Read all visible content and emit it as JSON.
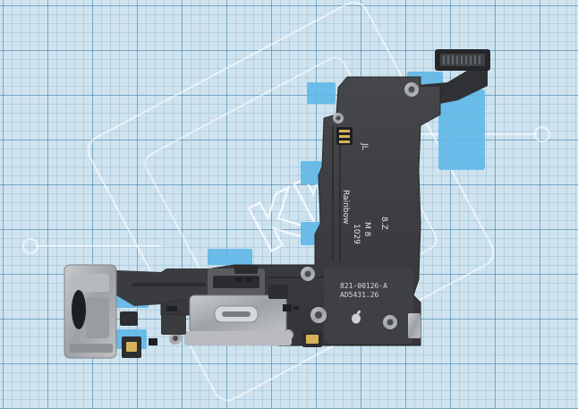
{
  "image": {
    "subject": "Charging port flex cable with headphone jack and microphone on grid background",
    "part_number": "821-00126-A",
    "serial": "AD5431.26",
    "handwritten_marks": [
      "JL",
      "8.Z"
    ],
    "silkscreen_marks": [
      "M 8",
      "1029",
      "Rainbow"
    ],
    "watermark": "KKL",
    "colors": {
      "grid_background": "#cfe3ef",
      "flex_board": "#3b3d40",
      "flex_trace": "#2a2c2e",
      "metal_parts": "#a9acaf",
      "kapton_blue": "#62b8e8"
    }
  }
}
